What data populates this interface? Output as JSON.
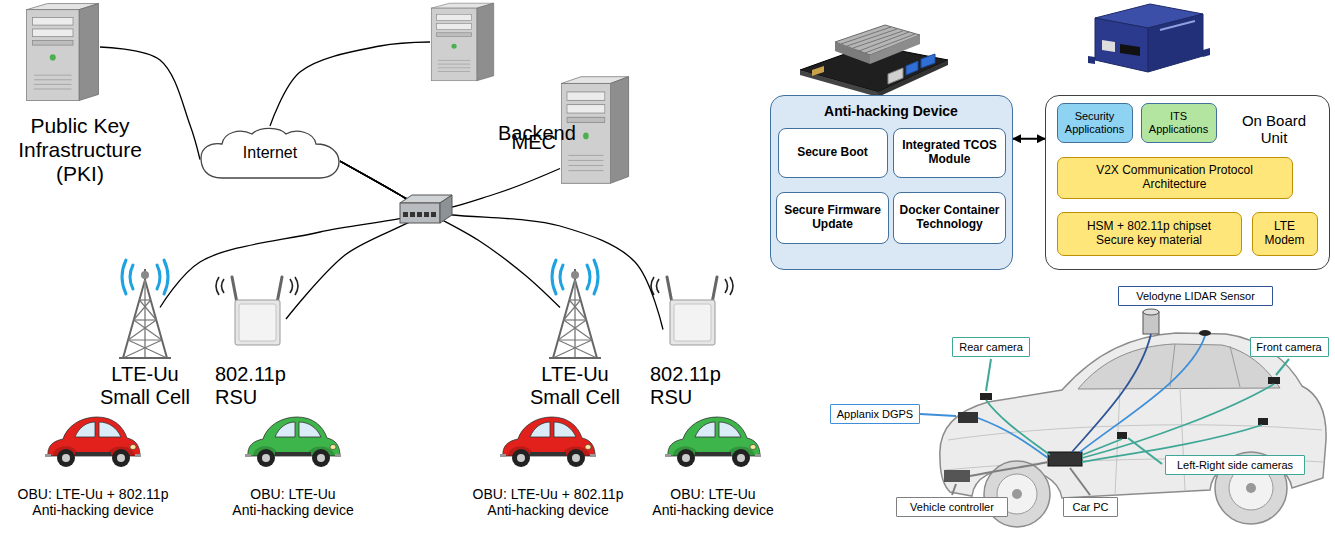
{
  "diagram": {
    "nodes": [
      {
        "text": [
          "Public Key Infrastructure (PKI)"
        ]
      },
      {
        "text": [
          "Internet"
        ]
      },
      {
        "text": [
          "Backend"
        ]
      },
      {
        "text": [
          "MEC"
        ]
      },
      {
        "text": [
          "LTE-Uu Small Cell"
        ]
      },
      {
        "text": [
          "802.11p RSU"
        ]
      },
      {
        "text": [
          "LTE-Uu Small Cell"
        ]
      },
      {
        "text": [
          "802.11p RSU"
        ]
      },
      {
        "text": [
          "OBU: LTE-Uu + 802.11p",
          "Anti-hacking device"
        ]
      },
      {
        "text": [
          "OBU: LTE-Uu",
          "Anti-hacking device"
        ]
      },
      {
        "text": [
          "OBU: LTE-Uu + 802.11p",
          "Anti-hacking device"
        ]
      },
      {
        "text": [
          "OBU: LTE-Uu",
          "Anti-hacking device"
        ]
      },
      {
        "text": [
          "Anti-hacking Device"
        ]
      },
      {
        "text": [
          "Secure Boot"
        ],
        "in": 12
      },
      {
        "text": [
          "Integrated TCOS Module"
        ],
        "in": 12
      },
      {
        "text": [
          "Secure Firmware Update"
        ],
        "in": 12
      },
      {
        "text": [
          "Docker Container Technology"
        ],
        "in": 12
      },
      {
        "text": [
          "On Board Unit"
        ]
      },
      {
        "text": [
          "Security Applications"
        ],
        "in": 17
      },
      {
        "text": [
          "ITS Applications"
        ],
        "in": 17
      },
      {
        "text": [
          "V2X Communication Protocol Architecture"
        ],
        "in": 17
      },
      {
        "text": [
          "HSM + 802.11p chipset Secure key material"
        ],
        "in": 17
      },
      {
        "text": [
          "LTE Modem"
        ],
        "in": 17
      },
      {
        "text": [
          "Velodyne LIDAR Sensor"
        ]
      },
      {
        "text": [
          "Rear camera"
        ]
      },
      {
        "text": [
          "Front camera"
        ]
      },
      {
        "text": [
          "Applanix DGPS"
        ]
      },
      {
        "text": [
          "Left-Right side cameras"
        ]
      },
      {
        "text": [
          "Vehicle controller"
        ]
      },
      {
        "text": [
          "Car PC"
        ]
      }
    ],
    "edges": [
      {
        "from": 0,
        "to": 1,
        "arrow": "none"
      },
      {
        "from": 1,
        "to": 2,
        "arrow": "none"
      },
      {
        "from": 1,
        "to": 3,
        "arrow": "none"
      },
      {
        "from": 1,
        "to": 4,
        "arrow": "none"
      },
      {
        "from": 1,
        "to": 5,
        "arrow": "none"
      },
      {
        "from": 1,
        "to": 6,
        "arrow": "none"
      },
      {
        "from": 1,
        "to": 7,
        "arrow": "none"
      },
      {
        "from": 12,
        "to": 17,
        "arrow": "both"
      },
      {
        "from": 21,
        "to": 22,
        "arrow": "none"
      }
    ]
  }
}
